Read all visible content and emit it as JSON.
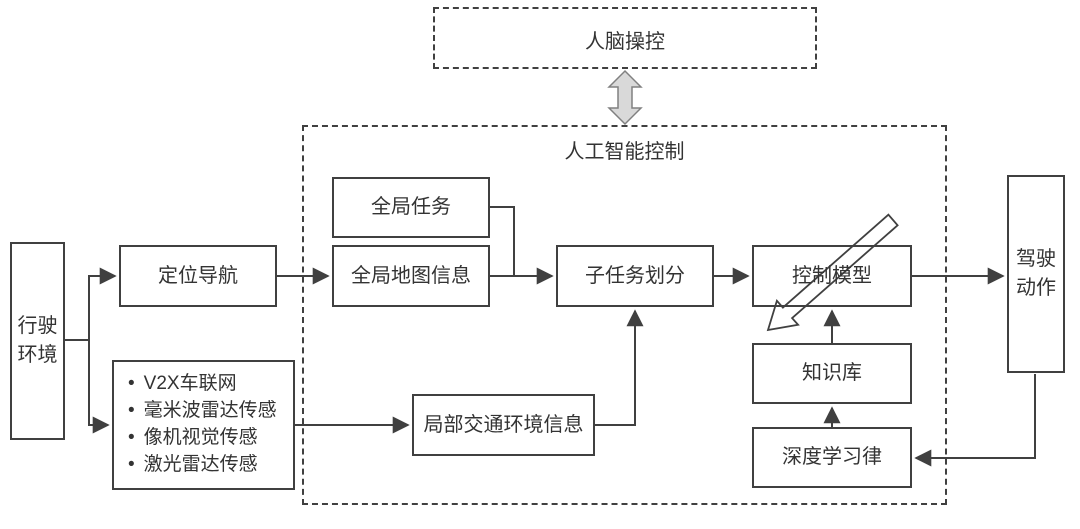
{
  "diagram": {
    "human_brain": {
      "label": "人脑操控"
    },
    "ai_control": {
      "label": "人工智能控制"
    },
    "nodes": {
      "driving_env": "行驶环境",
      "positioning_nav": "定位导航",
      "global_task": "全局任务",
      "global_map": "全局地图信息",
      "subtask_division": "子任务划分",
      "local_traffic_info": "局部交通环境信息",
      "control_model": "控制模型",
      "knowledge_base": "知识库",
      "deep_learning_law": "深度学习律",
      "driving_action": "驾驶动作"
    },
    "sensors": {
      "items": [
        "V2X车联网",
        "毫米波雷达传感",
        "像机视觉传感",
        "激光雷达传感"
      ]
    },
    "icons": {
      "bidirectional_arrow": "double-headed-block-arrow",
      "override_arrow": "outline-block-arrow-down-left"
    },
    "colors": {
      "line": "#404040",
      "box_border": "#404040",
      "box_background": "#ffffff",
      "double_arrow_fill": "#d9d9d9",
      "double_arrow_stroke": "#808080",
      "background": "#ffffff"
    }
  }
}
